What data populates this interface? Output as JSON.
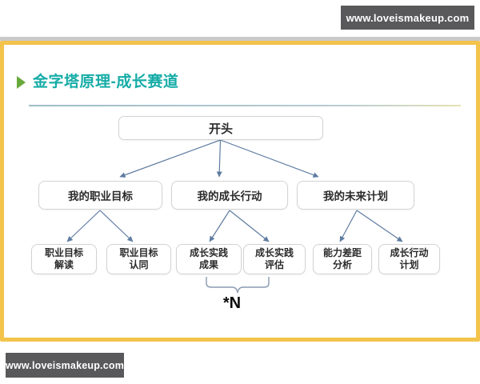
{
  "watermarks": {
    "top": "www.loveismakeup.com",
    "bottom": "www.loveismakeup.com"
  },
  "slide": {
    "title": "金字塔原理-成长赛道"
  },
  "diagram": {
    "root": "开头",
    "level2": [
      "我的职业目标",
      "我的成长行动",
      "我的未来计划"
    ],
    "level3": [
      {
        "line1": "职业目标",
        "line2": "解读"
      },
      {
        "line1": "职业目标",
        "line2": "认同"
      },
      {
        "line1": "成长实践",
        "line2": "成果"
      },
      {
        "line1": "成长实践",
        "line2": "评估"
      },
      {
        "line1": "能力差距",
        "line2": "分析"
      },
      {
        "line1": "成长行动",
        "line2": "计划"
      }
    ],
    "annotation": "*N"
  },
  "colors": {
    "slide_frame_yellow": "#f3c34b",
    "edge_strip_gray": "#cacaca",
    "watermark_background": "#59595b",
    "title_teal": "#16aca7",
    "bullet_green": "#69a93c",
    "connector_blue": "#5e7ba0",
    "brace_gray_blue": "#8a9bb2",
    "node_border_gray": "#d3d3d3",
    "node_text": "#2b2b2b"
  }
}
